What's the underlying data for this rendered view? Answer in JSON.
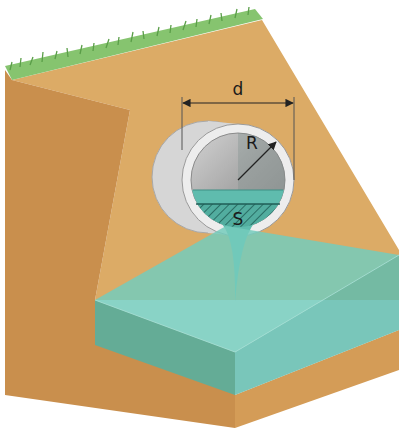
{
  "diagram": {
    "labels": [
      "d",
      "R",
      "S"
    ]
  }
}
